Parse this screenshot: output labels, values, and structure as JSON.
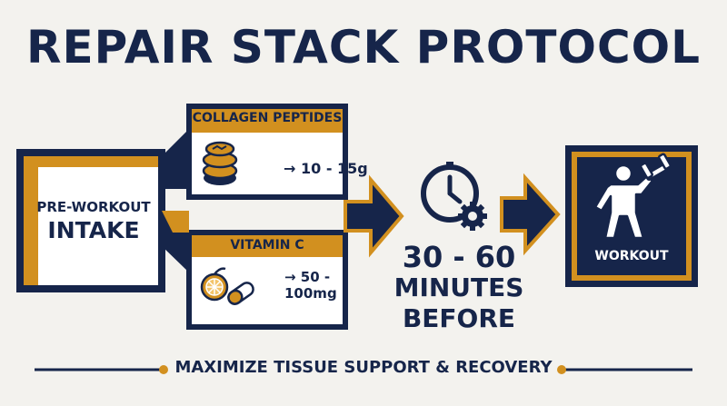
{
  "title": "REPAIR STACK PROTOCOL",
  "intake": {
    "line1": "PRE-WORKOUT",
    "line2": "INTAKE"
  },
  "collagen": {
    "label": "COLLAGEN PEPTIDES",
    "dose": "→ 10 - 15g",
    "icon": "collagen-layers-icon"
  },
  "vitamin_c": {
    "label": "VITAMIN C",
    "dose_line1": "→ 50 -",
    "dose_line2": "100mg",
    "icon": "citrus-capsule-icon"
  },
  "timing": {
    "line1": "30 - 60",
    "line2": "MINUTES",
    "line3": "BEFORE",
    "icon": "clock-gear-icon"
  },
  "workout": {
    "label": "WORKOUT",
    "icon": "weightlifter-icon"
  },
  "tagline": "MAXIMIZE TISSUE SUPPORT & RECOVERY",
  "colors": {
    "navy": "#16254a",
    "gold": "#d2901f",
    "background": "#f3f2ee"
  }
}
